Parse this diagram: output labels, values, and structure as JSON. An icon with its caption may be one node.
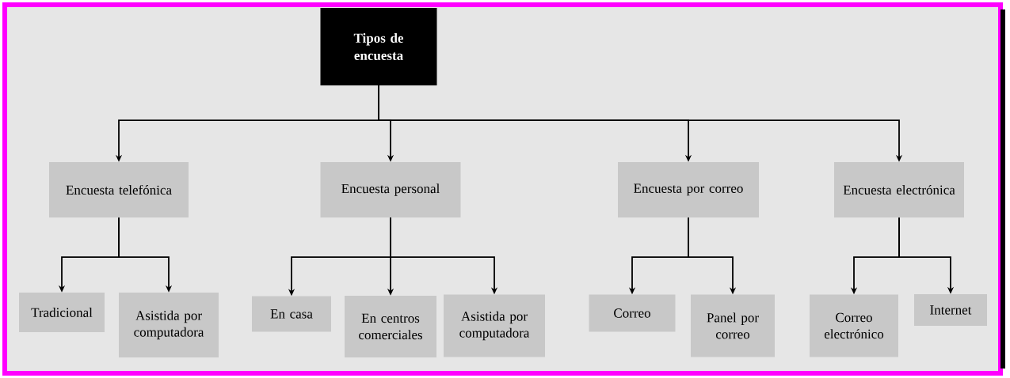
{
  "diagram": {
    "nodes": [
      {
        "text": [
          "Tipos de encuesta"
        ]
      },
      {
        "text": [
          "Encuesta telefónica"
        ]
      },
      {
        "text": [
          "Encuesta personal"
        ]
      },
      {
        "text": [
          "Encuesta por correo"
        ]
      },
      {
        "text": [
          "Encuesta electrónica"
        ]
      },
      {
        "text": [
          "Tradicional"
        ]
      },
      {
        "text": [
          "Asistida por computadora"
        ]
      },
      {
        "text": [
          "En casa"
        ]
      },
      {
        "text": [
          "En centros comerciales"
        ]
      },
      {
        "text": [
          "Asistida por computadora"
        ]
      },
      {
        "text": [
          "Correo"
        ]
      },
      {
        "text": [
          "Panel por correo"
        ]
      },
      {
        "text": [
          "Correo electrónico"
        ]
      },
      {
        "text": [
          "Internet"
        ]
      }
    ],
    "edges": [
      {
        "from": 0,
        "to": 1,
        "arrow": "to"
      },
      {
        "from": 0,
        "to": 2,
        "arrow": "to"
      },
      {
        "from": 0,
        "to": 3,
        "arrow": "to"
      },
      {
        "from": 0,
        "to": 4,
        "arrow": "to"
      },
      {
        "from": 1,
        "to": 5,
        "arrow": "to"
      },
      {
        "from": 1,
        "to": 6,
        "arrow": "to"
      },
      {
        "from": 2,
        "to": 7,
        "arrow": "to"
      },
      {
        "from": 2,
        "to": 8,
        "arrow": "to"
      },
      {
        "from": 2,
        "to": 9,
        "arrow": "to"
      },
      {
        "from": 3,
        "to": 10,
        "arrow": "to"
      },
      {
        "from": 3,
        "to": 11,
        "arrow": "to"
      },
      {
        "from": 4,
        "to": 12,
        "arrow": "to"
      },
      {
        "from": 4,
        "to": 13,
        "arrow": "to"
      }
    ]
  }
}
